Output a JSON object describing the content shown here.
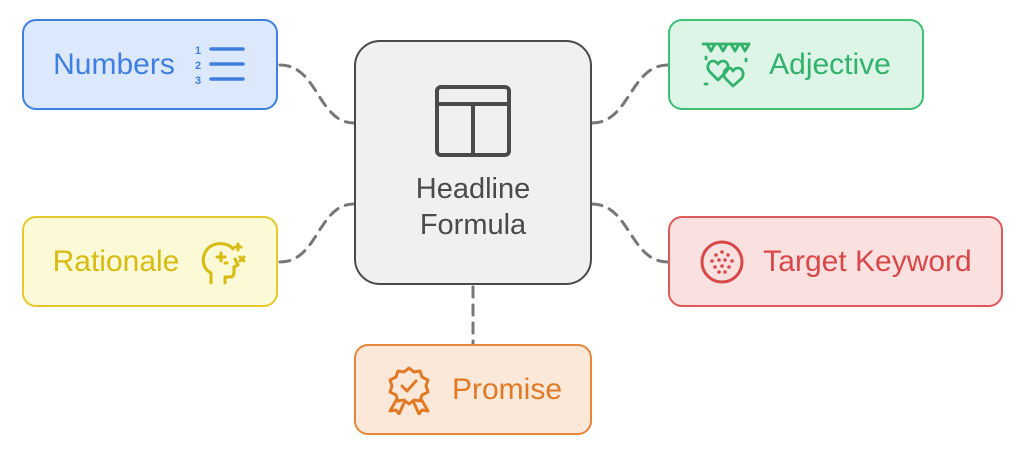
{
  "center": {
    "title": "Headline Formula",
    "icon": "layout-table-icon",
    "border_color": "#4a4a4a",
    "fill_color": "#f0f0f0"
  },
  "nodes": {
    "numbers": {
      "label": "Numbers",
      "icon": "numbered-list-icon",
      "color": "#3f7fe0",
      "fill": "#dce8fb"
    },
    "rationale": {
      "label": "Rationale",
      "icon": "thinking-head-icon",
      "color": "#d8bb10",
      "fill": "#fcf9d6"
    },
    "adjective": {
      "label": "Adjective",
      "icon": "hearts-bunting-icon",
      "color": "#32b26a",
      "fill": "#dcf5e6"
    },
    "target_keyword": {
      "label": "Target Keyword",
      "icon": "dotted-circle-icon",
      "color": "#d94848",
      "fill": "#fbe0e0"
    },
    "promise": {
      "label": "Promise",
      "icon": "award-ribbon-icon",
      "color": "#e07a26",
      "fill": "#fce8d8"
    }
  },
  "connector_color": "#777777"
}
